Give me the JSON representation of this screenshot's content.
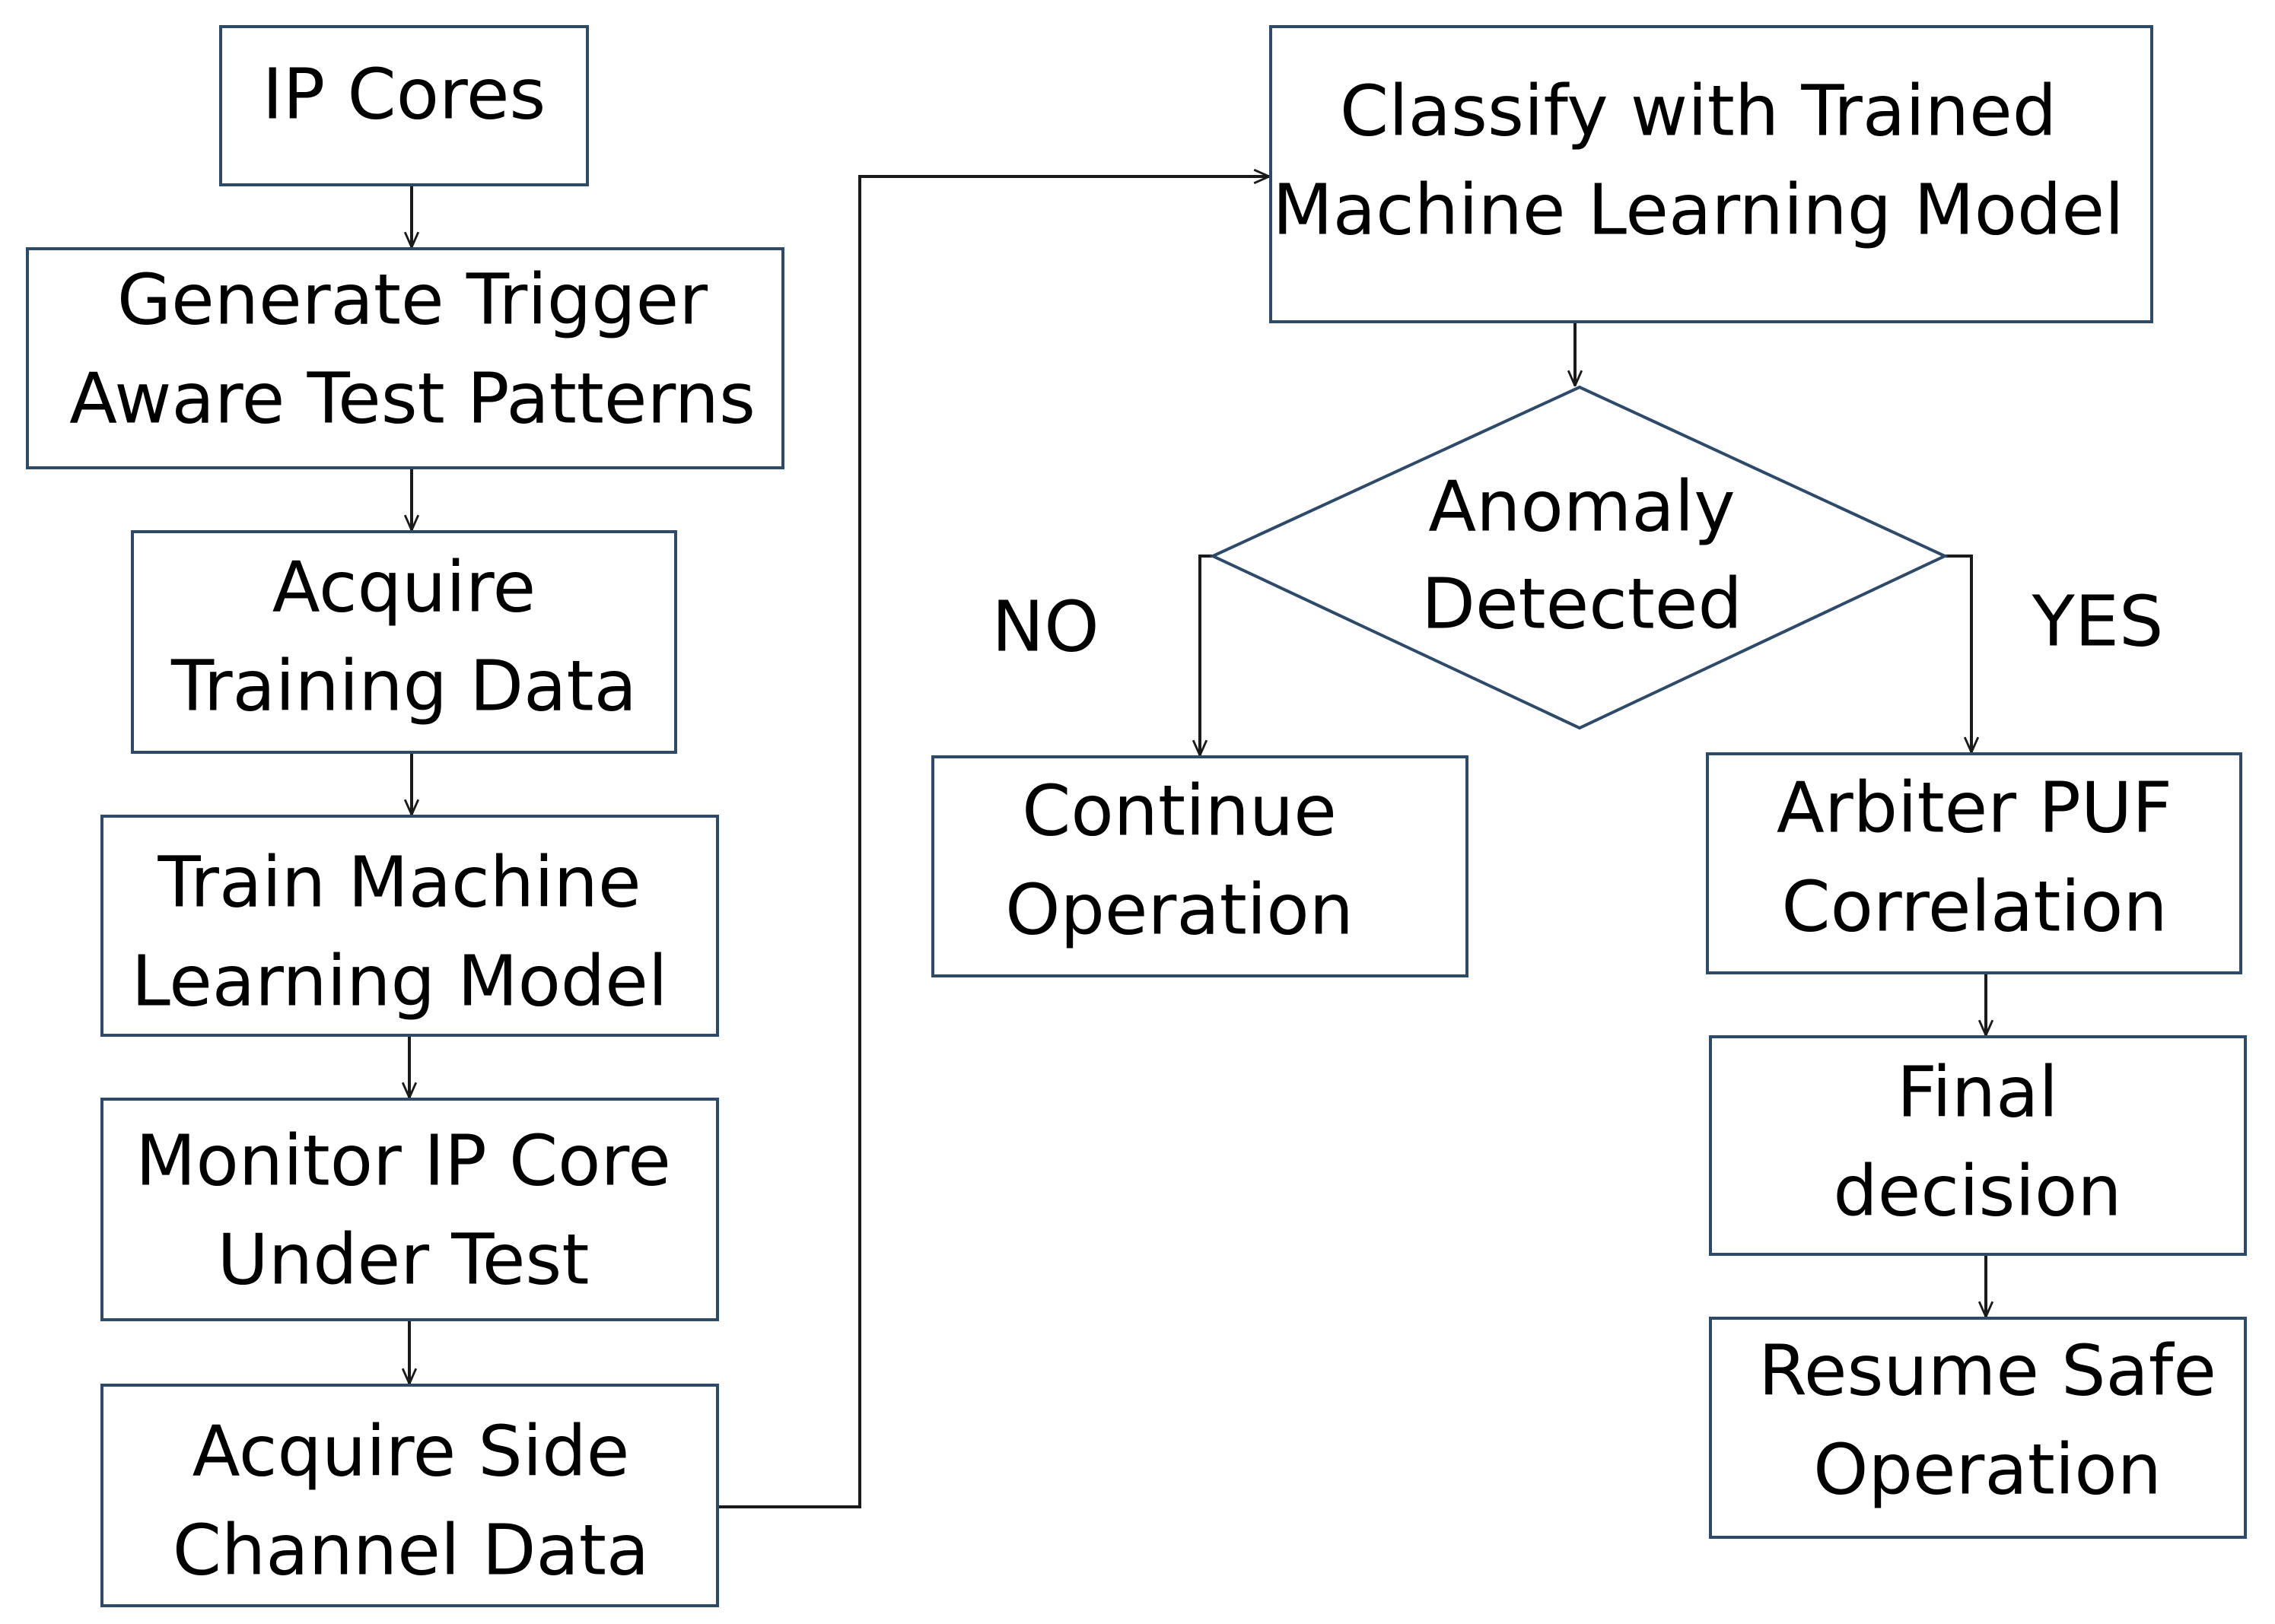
{
  "nodes": {
    "ip_cores": {
      "lines": [
        "IP Cores"
      ]
    },
    "generate_patterns": {
      "lines": [
        "Generate Trigger",
        "Aware Test Patterns"
      ]
    },
    "acquire_training": {
      "lines": [
        "Acquire",
        "Training Data"
      ]
    },
    "train_model": {
      "lines": [
        "Train Machine",
        "Learning Model"
      ]
    },
    "monitor_core": {
      "lines": [
        "Monitor IP Core",
        "Under Test"
      ]
    },
    "acquire_side_channel": {
      "lines": [
        "Acquire Side",
        "Channel Data"
      ]
    },
    "classify": {
      "lines": [
        "Classify with Trained",
        "Machine Learning Model"
      ]
    },
    "anomaly": {
      "lines": [
        "Anomaly",
        "Detected"
      ]
    },
    "continue_op": {
      "lines": [
        "Continue",
        "Operation"
      ]
    },
    "puf_correlation": {
      "lines": [
        "Arbiter PUF",
        "Correlation"
      ]
    },
    "final_decision": {
      "lines": [
        "Final",
        "decision"
      ]
    },
    "resume_safe": {
      "lines": [
        "Resume Safe",
        "Operation"
      ]
    }
  },
  "branches": {
    "no_label": "NO",
    "yes_label": "YES"
  },
  "colors": {
    "box_stroke": "#2e4a6b",
    "arrow": "#1a1a1a"
  }
}
